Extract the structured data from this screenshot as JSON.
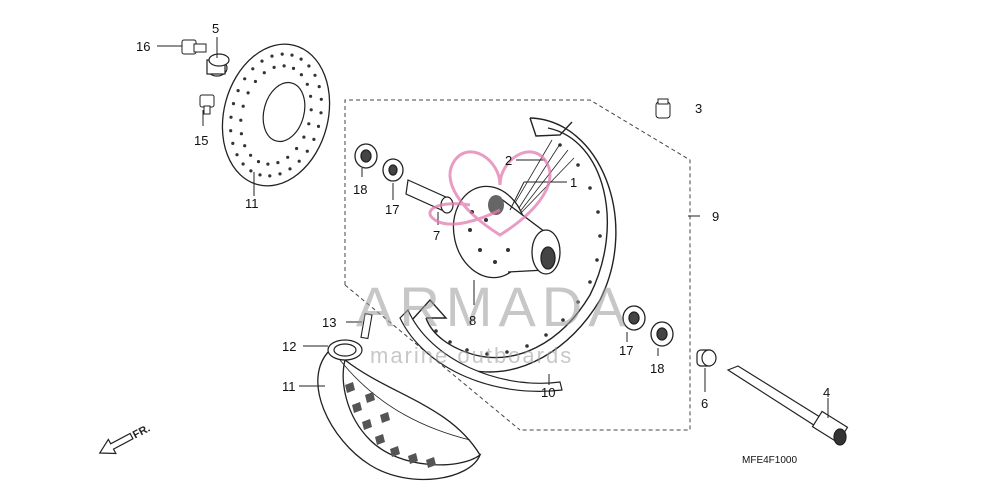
{
  "diagram": {
    "callouts": {
      "p1": "1",
      "p2": "2",
      "p3": "3",
      "p4": "4",
      "p5": "5",
      "p6": "6",
      "p7": "7",
      "p8": "8",
      "p9": "9",
      "p10": "10",
      "p11_disk": "11",
      "p11_tire": "11",
      "p12": "12",
      "p13": "13",
      "p15": "15",
      "p16": "16",
      "p17_left": "17",
      "p17_right": "17",
      "p18_left": "18",
      "p18_right": "18"
    },
    "diagram_code": "MFE4F1000",
    "direction_label": "FR."
  },
  "watermark": {
    "title": "ARMADA",
    "subtitle": "marine outboards",
    "accent_color": "#e27bb0"
  }
}
